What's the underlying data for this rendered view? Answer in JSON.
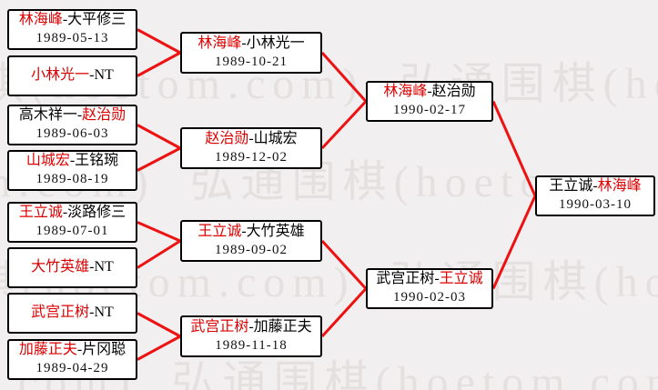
{
  "watermark": "弘通围棋(hoetom.com)",
  "separator": "-",
  "colors": {
    "winner_name": "#dd0000",
    "connector_line": "#ee1111",
    "box_border": "#000000",
    "box_background": "#ffffff",
    "page_background": "#f1efef",
    "watermark_text": "#e5e0e0"
  },
  "rounds": [
    {
      "id": "round1",
      "matches": [
        {
          "left": "林海峰",
          "right": "大平修三",
          "winner": "left",
          "date": "1989-05-13"
        },
        {
          "left": "小林光一",
          "right": "NT",
          "winner": "left",
          "date": ""
        },
        {
          "left": "高木祥一",
          "right": "赵治勋",
          "winner": "right",
          "date": "1989-06-03"
        },
        {
          "left": "山城宏",
          "right": "王铭琬",
          "winner": "left",
          "date": "1989-08-19"
        },
        {
          "left": "王立诚",
          "right": "淡路修三",
          "winner": "left",
          "date": "1989-07-01"
        },
        {
          "left": "大竹英雄",
          "right": "NT",
          "winner": "left",
          "date": ""
        },
        {
          "left": "武宫正树",
          "right": "NT",
          "winner": "left",
          "date": ""
        },
        {
          "left": "加藤正夫",
          "right": "片冈聪",
          "winner": "left",
          "date": "1989-04-29"
        }
      ]
    },
    {
      "id": "round2",
      "matches": [
        {
          "left": "林海峰",
          "right": "小林光一",
          "winner": "left",
          "date": "1989-10-21"
        },
        {
          "left": "赵治勋",
          "right": "山城宏",
          "winner": "left",
          "date": "1989-12-02"
        },
        {
          "left": "王立诚",
          "right": "大竹英雄",
          "winner": "left",
          "date": "1989-09-02"
        },
        {
          "left": "武宫正树",
          "right": "加藤正夫",
          "winner": "left",
          "date": "1989-11-18"
        }
      ]
    },
    {
      "id": "semifinal",
      "matches": [
        {
          "left": "林海峰",
          "right": "赵治勋",
          "winner": "left",
          "date": "1990-02-17"
        },
        {
          "left": "武宫正树",
          "right": "王立诚",
          "winner": "right",
          "date": "1990-02-03"
        }
      ]
    },
    {
      "id": "final",
      "matches": [
        {
          "left": "王立诚",
          "right": "林海峰",
          "winner": "right",
          "date": "1990-03-10"
        }
      ]
    }
  ]
}
